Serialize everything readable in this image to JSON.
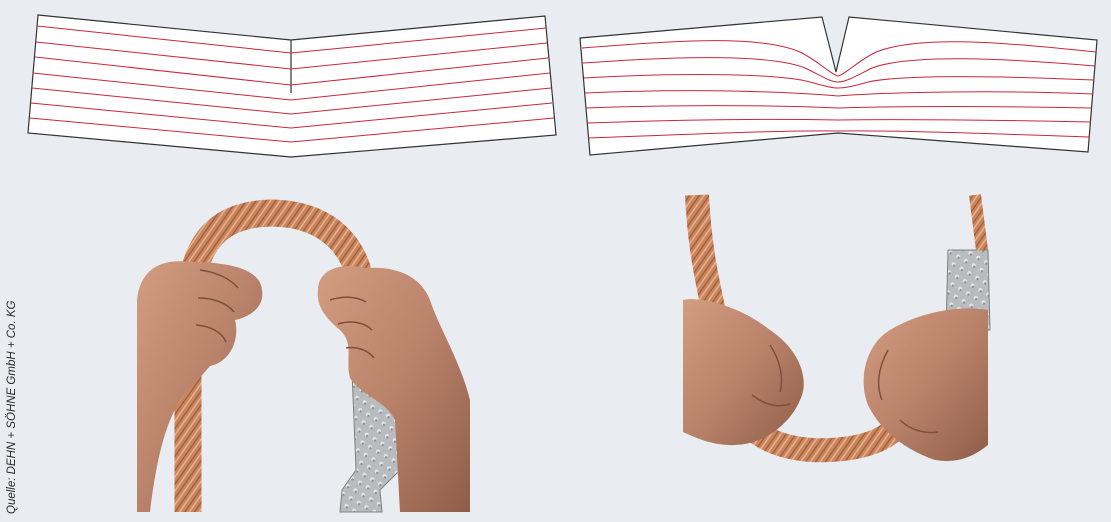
{
  "credit": "Quelle: DEHN + SÖHNE GmbH + Co. KG",
  "colors": {
    "background": "#e9edf1",
    "diagram_fill": "#ffffff",
    "diagram_outline": "#333333",
    "strand_line": "#c8283c",
    "copper": "#c9855e",
    "skin": "#b98367",
    "ferrule": "#b9bcbf"
  },
  "panels": [
    {
      "name": "bent-conductor-diagram",
      "description_icon": "stress-lines-bent"
    },
    {
      "name": "notched-conductor-diagram",
      "description_icon": "stress-lines-notch"
    },
    {
      "name": "rope-bend-up-photo",
      "description_icon": "copper-rope-icon"
    },
    {
      "name": "rope-bend-down-photo",
      "description_icon": "copper-rope-icon"
    }
  ]
}
